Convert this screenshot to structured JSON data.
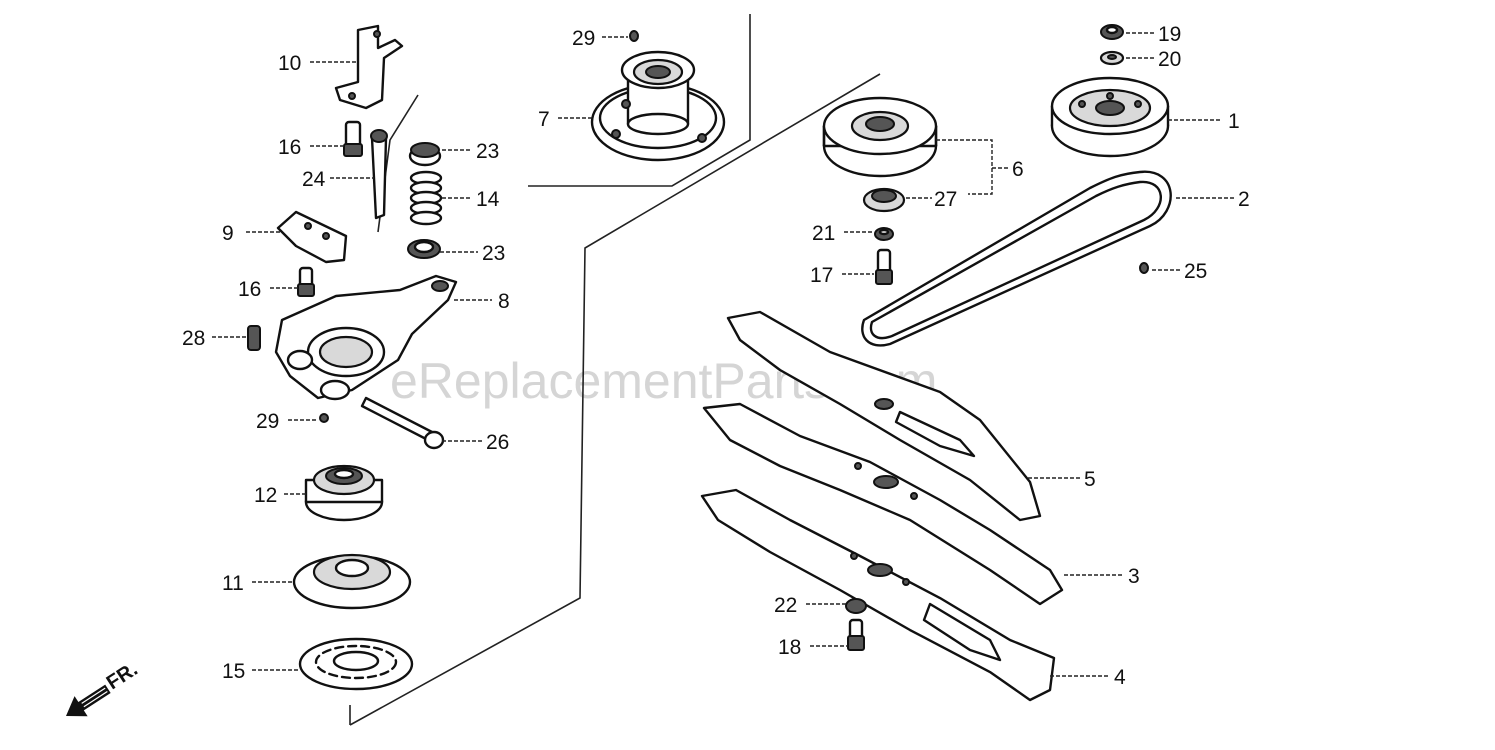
{
  "diagram": {
    "callouts": {
      "c1": "1",
      "c2": "2",
      "c3": "3",
      "c4": "4",
      "c5": "5",
      "c6": "6",
      "c7": "7",
      "c8": "8",
      "c9": "9",
      "c10": "10",
      "c11": "11",
      "c12": "12",
      "c14": "14",
      "c15": "15",
      "c16a": "16",
      "c16b": "16",
      "c17": "17",
      "c18": "18",
      "c19": "19",
      "c20": "20",
      "c21": "21",
      "c22": "22",
      "c23a": "23",
      "c23b": "23",
      "c24": "24",
      "c25": "25",
      "c26": "26",
      "c27": "27",
      "c28": "28",
      "c29a": "29",
      "c29b": "29"
    },
    "direction_label": "FR.",
    "watermark": "eReplacementParts.com"
  },
  "colors": {
    "line": "#111111",
    "watermark": "#c8c8c8",
    "background": "#ffffff"
  }
}
